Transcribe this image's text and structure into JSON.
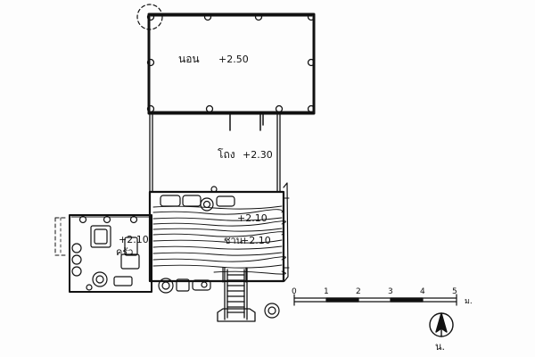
{
  "plan": {
    "rooms": {
      "bedroom": {
        "name": "นอน",
        "level": "+2.50"
      },
      "hall": {
        "name": "โถง",
        "level": "+2.30"
      },
      "terrace": {
        "name": "ชาน",
        "level": "+2.10"
      },
      "kitchen": {
        "name": "ครัว",
        "level": "+2.10"
      }
    },
    "terrace_level_upper": "+2.10",
    "scale_bar": {
      "ticks": [
        "0",
        "1",
        "2",
        "3",
        "4",
        "5"
      ],
      "unit": "ม."
    },
    "north_arrow": {
      "label": "น."
    }
  }
}
